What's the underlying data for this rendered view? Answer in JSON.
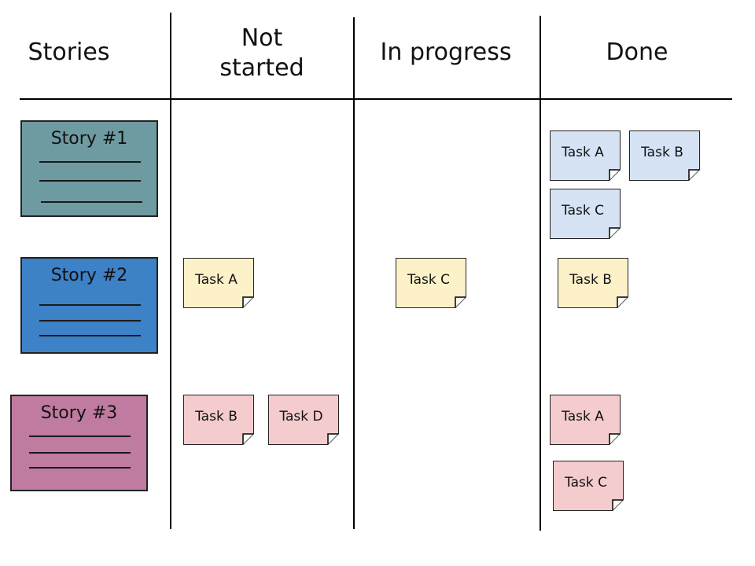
{
  "headers": {
    "stories": "Stories",
    "not_started": "Not\nstarted",
    "in_progress": "In progress",
    "done": "Done"
  },
  "stories": [
    {
      "title": "Story #1",
      "color": "#6e9ba1"
    },
    {
      "title": "Story #2",
      "color": "#3d81c6"
    },
    {
      "title": "Story #3",
      "color": "#c07ba0"
    }
  ],
  "note_colors": {
    "blue": "#d5e3f4",
    "yellow": "#fdf1c9",
    "pink": "#f4cccd"
  },
  "tasks": {
    "story1_done": [
      "Task A",
      "Task B",
      "Task C"
    ],
    "story2_not_started": [
      "Task A"
    ],
    "story2_in_progress": [
      "Task C"
    ],
    "story2_done": [
      "Task B"
    ],
    "story3_not_started": [
      "Task B",
      "Task D"
    ],
    "story3_done": [
      "Task A",
      "Task C"
    ]
  }
}
